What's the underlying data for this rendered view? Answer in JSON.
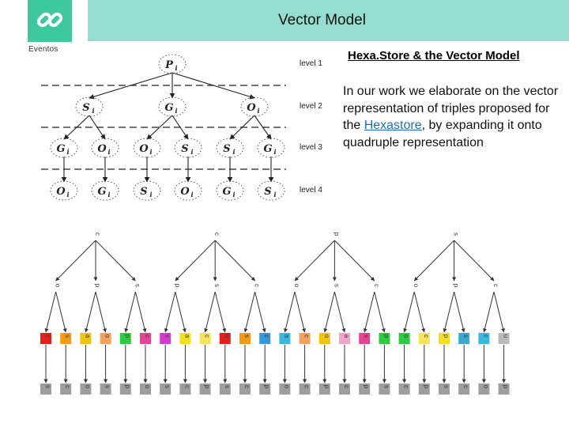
{
  "header": {
    "title": "Vector Model",
    "logo_text": "Eventos"
  },
  "content": {
    "heading": "Hexa.Store & the Vector Model",
    "paragraph_before": "In our work we elaborate on the vector representation of triples proposed for the ",
    "link_text": "Hexastore",
    "paragraph_after": ", by expanding it onto quadruple representation"
  },
  "hierarchy": {
    "levels": [
      "level 1",
      "level 2",
      "level 3",
      "level 4"
    ],
    "nodes": [
      [
        "P"
      ],
      [
        "S",
        "G",
        "O"
      ],
      [
        "G",
        "O",
        "O",
        "S",
        "S",
        "G"
      ],
      [
        "O",
        "G",
        "S",
        "O",
        "G",
        "S"
      ]
    ],
    "subscript": "i"
  },
  "tree": {
    "roots": [
      "c",
      "c",
      "p",
      "s"
    ],
    "level2": [
      "o",
      "p",
      "s",
      "p",
      "s",
      "c",
      "o",
      "s",
      "c",
      "o",
      "p",
      "c"
    ],
    "level3": [
      "c",
      "s",
      "a",
      "o",
      "p",
      "c",
      "s",
      "a",
      "c",
      "p",
      "s",
      "c",
      "a",
      "c",
      "o",
      "a",
      "s",
      "p",
      "o",
      "c",
      "p",
      "s",
      "c",
      "u"
    ],
    "level4": [
      "s",
      "c",
      "o",
      "s",
      "p",
      "o",
      "s",
      "c",
      "p",
      "s",
      "c",
      "p",
      "o",
      "c",
      "p",
      "c",
      "p",
      "s",
      "c",
      "p",
      "s",
      "c",
      "o",
      "p"
    ],
    "level3_colors": [
      "#e8201c",
      "#f39c12",
      "#f1c40f",
      "#f5a35c",
      "#2ecc40",
      "#e84393",
      "#d63cc9",
      "#f5e020",
      "#f5e35a",
      "#e8201c",
      "#f39c12",
      "#3498db",
      "#3ab8e0",
      "#f5a35c",
      "#f1c40f",
      "#f3a5c9",
      "#e84393",
      "#2ecc40",
      "#2ecc40",
      "#f5e35a",
      "#f5e020",
      "#3aa9d0",
      "#3ab8e0",
      "#bbbbbb"
    ],
    "level4_color": "#9e9e9e"
  }
}
